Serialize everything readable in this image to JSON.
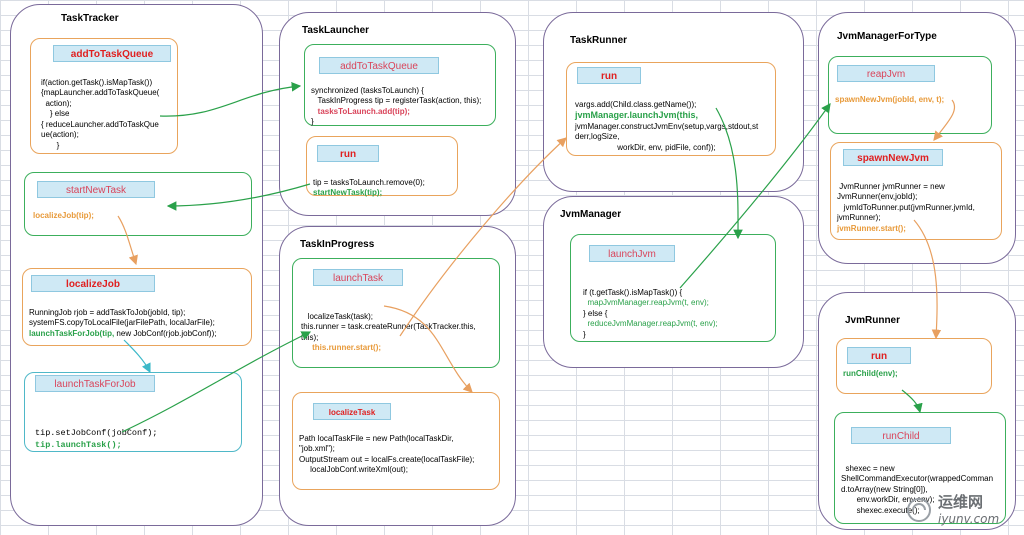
{
  "clusters": {
    "tasktracker": "TaskTracker",
    "tasklauncher": "TaskLauncher",
    "taskinprogress": "TaskInProgress",
    "taskrunner": "TaskRunner",
    "jvmmanager": "JvmManager",
    "jvmmanagerfortype": "JvmManagerForType",
    "jvmrunner": "JvmRunner"
  },
  "boxes": {
    "tt_addToTaskQueue": {
      "label": "addToTaskQueue",
      "lines": [
        "if(action.getTask().isMapTask())",
        "{mapLauncher.addToTaskQueue(",
        "action);",
        "} else",
        "{ reduceLauncher.addToTaskQue",
        "ue(action);",
        "}"
      ]
    },
    "tt_startNewTask": {
      "label": "startNewTask",
      "lines": [
        "localizeJob(tip);"
      ]
    },
    "tt_localizeJob": {
      "label": "localizeJob",
      "lines": [
        "RunningJob rjob = addTaskToJob(jobId, tip);",
        "systemFS.copyToLocalFile(jarFilePath, localJarFile);"
      ],
      "highlight": "launchTaskForJob(tip,",
      "tail": " new JobConf(rjob.jobConf));"
    },
    "tt_launchTaskForJob": {
      "label": "launchTaskForJob",
      "lines": [
        "tip.setJobConf(jobConf);",
        "tip.launchTask();"
      ]
    },
    "tl_addToTaskQueue": {
      "label": "addToTaskQueue",
      "lines": [
        "synchronized (tasksToLaunch) {",
        "TaskInProgress tip = registerTask(action, this);",
        "tasksToLaunch.add(tip);",
        "}"
      ]
    },
    "tl_run": {
      "label": "run",
      "lines": [
        "tip = tasksToLaunch.remove(0);",
        "startNewTask(tip);"
      ]
    },
    "tip_launchTask": {
      "label": "launchTask",
      "lines": [
        "localizeTask(task);",
        "this.runner = task.createRunner(TaskTracker.this,",
        "this);",
        "this.runner.start();"
      ]
    },
    "tip_localizeTask": {
      "label": "localizeTask",
      "lines": [
        "Path localTaskFile = new Path(localTaskDir,",
        "\"job.xml\");",
        "OutputStream out = localFs.create(localTaskFile);",
        "localJobConf.writeXml(out);"
      ]
    },
    "tr_run": {
      "label": "run",
      "lines": [
        "vargs.add(Child.class.getName());",
        "jvmManager.launchJvm(this,",
        "jvmManager.constructJvmEnv(setup,vargs,stdout,st",
        "derr,logSize,",
        "workDir, env, pidFile, conf));"
      ]
    },
    "jm_launchJvm": {
      "label": "launchJvm",
      "lines": [
        "if (t.getTask().isMapTask()) {",
        "mapJvmManager.reapJvm(t, env);",
        "} else {",
        "reduceJvmManager.reapJvm(t, env);",
        "}"
      ]
    },
    "jmt_reapJvm": {
      "label": "reapJvm",
      "lines": [
        "spawnNewJvm(jobId, env, t);"
      ]
    },
    "jmt_spawnNewJvm": {
      "label": "spawnNewJvm",
      "lines": [
        "JvmRunner jvmRunner = new",
        "JvmRunner(env,jobId);",
        "jvmIdToRunner.put(jvmRunner.jvmId,",
        "jvmRunner);",
        "jvmRunner.start();"
      ]
    },
    "jr_run": {
      "label": "run",
      "lines": [
        "runChild(env);"
      ]
    },
    "jr_runChild": {
      "label": "runChild",
      "lines": [
        "shexec = new",
        "ShellCommandExecutor(wrappedComman",
        "d.toArray(new String[0]),",
        "env.workDir, env.env);",
        "shexec.execute();"
      ]
    }
  },
  "watermark": {
    "cn": "运维网",
    "url": "iyunv.com"
  },
  "colors": {
    "green_arrow": "#2aa14a",
    "orange_arrow": "#e8a060",
    "teal_arrow": "#3cb8c8",
    "cluster_border": "#7a6a9a"
  }
}
